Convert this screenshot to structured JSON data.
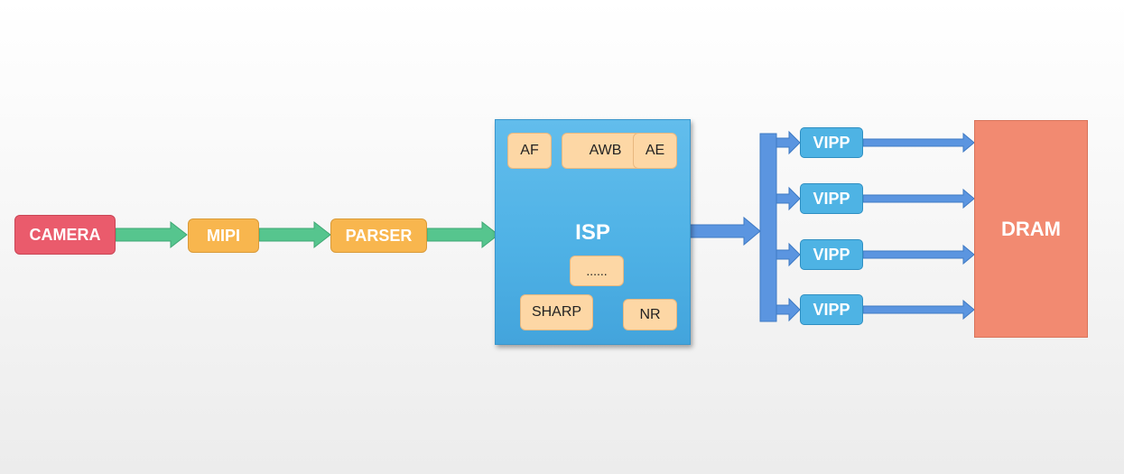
{
  "nodes": {
    "camera": "CAMERA",
    "mipi": "MIPI",
    "parser": "PARSER",
    "isp": {
      "label": "ISP",
      "modules": {
        "af": "AF",
        "awb": "AWB",
        "ae": "AE",
        "more": "......",
        "sharp": "SHARP",
        "nr": "NR"
      }
    },
    "vipp": [
      "VIPP",
      "VIPP",
      "VIPP",
      "VIPP"
    ],
    "dram": "DRAM"
  },
  "colors": {
    "camera": "#ea5b6c",
    "stage": "#f8b64e",
    "isp": "#4fb2e6",
    "isp_module": "#fdd7a5",
    "vipp": "#4eb3e4",
    "dram": "#f28a71",
    "arrow_green": "#56c58e",
    "arrow_blue": "#5b95e0"
  },
  "edges": [
    {
      "from": "camera",
      "to": "mipi"
    },
    {
      "from": "mipi",
      "to": "parser"
    },
    {
      "from": "parser",
      "to": "isp"
    },
    {
      "from": "isp",
      "to": "vipp"
    },
    {
      "from": "vipp",
      "to": "dram"
    }
  ]
}
